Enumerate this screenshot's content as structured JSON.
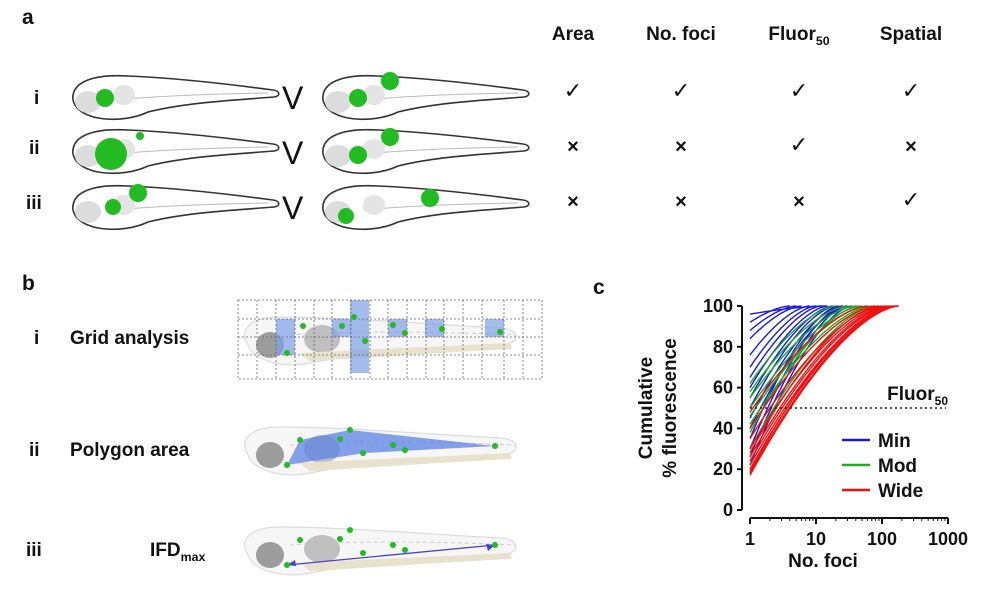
{
  "panel_a": {
    "letter": "a",
    "columns": [
      {
        "label": "Area",
        "sub": ""
      },
      {
        "label": "No. foci",
        "sub": ""
      },
      {
        "label": "Fluor",
        "sub": "50"
      },
      {
        "label": "Spatial",
        "sub": ""
      }
    ],
    "vs_label": "V",
    "rows": [
      {
        "label": "i",
        "marks": [
          "✓",
          "✓",
          "✓",
          "✓"
        ]
      },
      {
        "label": "ii",
        "marks": [
          "×",
          "×",
          "✓",
          "×"
        ]
      },
      {
        "label": "iii",
        "marks": [
          "×",
          "×",
          "×",
          "✓"
        ]
      }
    ]
  },
  "panel_b": {
    "letter": "b",
    "rows": [
      {
        "num": "i",
        "label": "Grid analysis",
        "sub": ""
      },
      {
        "num": "ii",
        "label": "Polygon area",
        "sub": ""
      },
      {
        "num": "iii",
        "label": "IFD",
        "sub": "max"
      }
    ]
  },
  "panel_c": {
    "letter": "c",
    "threshold_label": "Fluor",
    "threshold_sub": "50"
  },
  "colors": {
    "green": "#22bb22",
    "blue": "#1a1adc",
    "mod_green": "#22aa22",
    "red": "#ee1111",
    "highlight_blue": "#7f9fe8"
  },
  "chart_data": {
    "type": "line",
    "xlabel": "No. foci",
    "ylabel": "Cumulative % fluorescence",
    "xscale": "log",
    "xlim": [
      1,
      1000
    ],
    "ylim": [
      0,
      100
    ],
    "xticks": [
      "1",
      "10",
      "100",
      "1000"
    ],
    "yticks": [
      "0",
      "20",
      "40",
      "60",
      "80",
      "100"
    ],
    "threshold": 50,
    "legend_position": "bottom-right",
    "series": [
      {
        "name": "Min",
        "color": "#1a1adc",
        "curves": [
          {
            "n": 4,
            "y1": 92
          },
          {
            "n": 5,
            "y1": 88
          },
          {
            "n": 6,
            "y1": 84
          },
          {
            "n": 8,
            "y1": 76
          },
          {
            "n": 10,
            "y1": 70
          },
          {
            "n": 12,
            "y1": 65
          },
          {
            "n": 15,
            "y1": 60
          },
          {
            "n": 18,
            "y1": 55
          },
          {
            "n": 20,
            "y1": 50
          },
          {
            "n": 25,
            "y1": 45
          },
          {
            "n": 30,
            "y1": 40
          },
          {
            "n": 22,
            "y1": 35
          },
          {
            "n": 26,
            "y1": 30
          },
          {
            "n": 30,
            "y1": 26
          },
          {
            "n": 14,
            "y1": 96
          },
          {
            "n": 35,
            "y1": 22
          }
        ]
      },
      {
        "name": "Mod",
        "color": "#22aa22",
        "curves": [
          {
            "n": 20,
            "y1": 62
          },
          {
            "n": 30,
            "y1": 58
          },
          {
            "n": 40,
            "y1": 55
          },
          {
            "n": 50,
            "y1": 50
          },
          {
            "n": 60,
            "y1": 46
          },
          {
            "n": 70,
            "y1": 42
          },
          {
            "n": 45,
            "y1": 38
          },
          {
            "n": 80,
            "y1": 30
          }
        ]
      },
      {
        "name": "Wide",
        "color": "#ee1111",
        "curves": [
          {
            "n": 60,
            "y1": 48
          },
          {
            "n": 80,
            "y1": 40
          },
          {
            "n": 100,
            "y1": 35
          },
          {
            "n": 110,
            "y1": 30
          },
          {
            "n": 120,
            "y1": 26
          },
          {
            "n": 130,
            "y1": 24
          },
          {
            "n": 150,
            "y1": 22
          },
          {
            "n": 160,
            "y1": 20
          },
          {
            "n": 170,
            "y1": 18
          },
          {
            "n": 180,
            "y1": 17
          },
          {
            "n": 90,
            "y1": 28
          },
          {
            "n": 140,
            "y1": 19
          }
        ]
      }
    ]
  }
}
